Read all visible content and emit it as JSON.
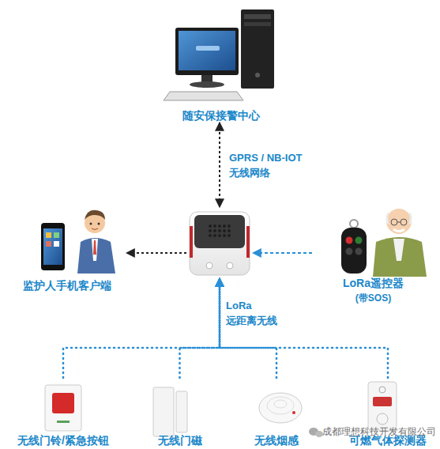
{
  "diagram": {
    "nodes": [
      {
        "text": [
          "随安保接警中心"
        ]
      },
      {
        "text": []
      },
      {
        "text": [
          "监护人手机客户端"
        ]
      },
      {
        "text": [
          "LoRa遥控器",
          "(带SOS)"
        ]
      },
      {
        "text": [
          "无线门铃/紧急按钮"
        ]
      },
      {
        "text": [
          "无线门磁"
        ]
      },
      {
        "text": [
          "无线烟感"
        ]
      },
      {
        "text": [
          "可燃气体探测器"
        ]
      }
    ],
    "edges": [
      {
        "from": 0,
        "to": 1,
        "arrow": "both",
        "label": "GPRS / NB-IOT 无线网络"
      },
      {
        "from": 1,
        "to": 2,
        "arrow": "to"
      },
      {
        "from": 3,
        "to": 1,
        "arrow": "to"
      },
      {
        "from": 4,
        "to": 1,
        "arrow": "to",
        "label": "LoRa 远距离无线"
      },
      {
        "from": 5,
        "to": 1,
        "arrow": "to"
      },
      {
        "from": 6,
        "to": 1,
        "arrow": "to"
      },
      {
        "from": 7,
        "to": 1,
        "arrow": "to"
      }
    ],
    "labels": [
      "成都理想科技开发有限公司"
    ]
  }
}
